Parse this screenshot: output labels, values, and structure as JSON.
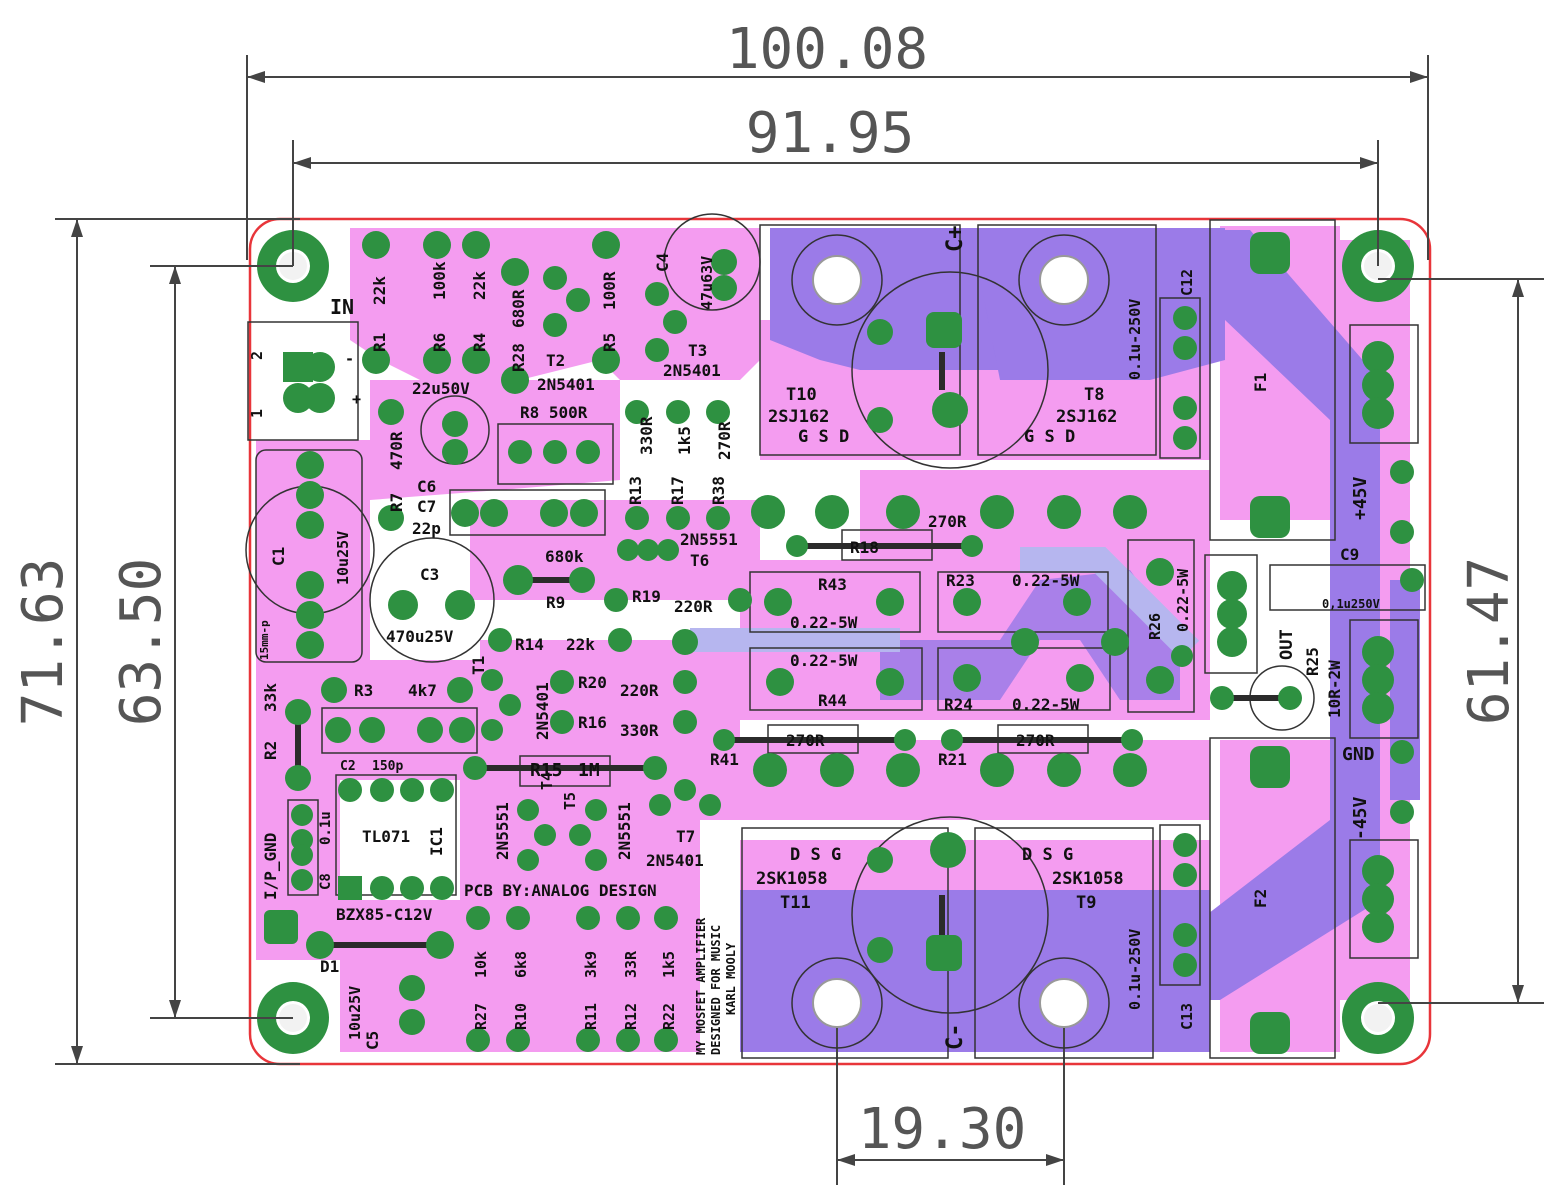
{
  "dimensions": {
    "top_outer": "100.08",
    "top_inner": "91.95",
    "left_outer": "71.63",
    "left_inner": "63.50",
    "right": "61.47",
    "bottom": "19.30"
  },
  "labels": {
    "in": "IN",
    "r1": "R1",
    "r1v": "22k",
    "r6": "R6",
    "r6v": "100k",
    "r4": "R4",
    "r4v": "22k",
    "r28": "R28",
    "r28v": "680R",
    "t2": "T2",
    "t2v": "2N5401",
    "r5": "R5",
    "r5v": "100R",
    "c4": "C4",
    "c4v": "47u63V",
    "t3": "T3",
    "t3v": "2N5401",
    "c6v": "22u50V",
    "r8": "R8 500R",
    "r7": "R7",
    "r7v": "470R",
    "c6": "C6",
    "c7": "C7",
    "c7v": "22p",
    "c1": "C1",
    "c1v": "10u25V",
    "c3": "C3",
    "c3v": "470u25V",
    "r9": "R9",
    "r9v": "680k",
    "r13": "R13",
    "r13v": "330R",
    "r17": "R17",
    "r17v": "1k5",
    "r38": "R38",
    "r38v": "270R",
    "t6": "T6",
    "t6v": "2N5551",
    "r19": "R19",
    "r19v": "220R",
    "r14": "R14",
    "r14v": "22k",
    "r3": "R3",
    "r3v": "4k7",
    "r2": "R2",
    "r2v": "33k",
    "t1": "T1",
    "t1v": "2N5401",
    "r20": "R20",
    "r20v": "220R",
    "r16": "R16",
    "r16v": "330R",
    "r15": "R15",
    "r15v": "1M",
    "c2": "C2",
    "c2v": "150p",
    "tl071": "TL071",
    "ic1": "IC1",
    "c8": "C8",
    "c8v": "0.1u",
    "ipgnd": "I/P_GND",
    "t4": "T4",
    "t5": "T5",
    "q2n5551a": "2N5551",
    "q2n5551b": "2N5551",
    "t7": "T7",
    "t7v": "2N5401",
    "pcb_by": "PCB BY:ANALOG DESIGN",
    "d1": "D1",
    "bzx": "BZX85-C12V",
    "c5": "C5",
    "c5v": "10u25V",
    "r27": "R27",
    "r27v": "10k",
    "r10": "R10",
    "r10v": "6k8",
    "r11": "R11",
    "r11v": "3k9",
    "r12": "R12",
    "r12v": "33R",
    "r22": "R22",
    "r22v": "1k5",
    "credit1": "MY MOSFET AMPLIFIER",
    "credit2": "DESIGNED FOR MUSIC",
    "credit3": "KARL MOOLY",
    "t10": "T10",
    "t10v": "2SJ162",
    "t8": "T8",
    "t8v": "2SJ162",
    "gsd": "G  S  D",
    "cplus": "C+",
    "cminus": "C-",
    "c12": "C12",
    "c12v": "0.1u-250V",
    "c13": "C13",
    "c13v": "0.1u-250V",
    "r18": "R18",
    "r18v": "270R",
    "r43": "R43",
    "r43v": "0.22-5W",
    "r23": "R23",
    "r23v": "0.22-5W",
    "r26": "R26",
    "r26v": "0.22-5W",
    "r44": "R44",
    "r44v": "0.22-5W",
    "r24": "R24",
    "r24v": "0.22-5W",
    "r41": "R41",
    "r41v": "270R",
    "r21": "R21",
    "r21v": "270R",
    "t11": "T11",
    "t11v": "2SK1058",
    "t9": "T9",
    "t9v": "2SK1058",
    "dsg": "D  S  G",
    "f1": "F1",
    "f2": "F2",
    "p45": "+45V",
    "m45": "-45V",
    "c9": "C9",
    "c9v": "0,1u250V",
    "out": "OUT",
    "r25": "R25",
    "r25v": "10R-2W",
    "gnd": "GND",
    "mm": "15mm-p",
    "one": "1",
    "two": "2",
    "plus": "+",
    "minus": "-"
  },
  "colors": {
    "copper_top": "#f49cf0",
    "copper_bottom": "#9b7be8",
    "pad": "#2e9141",
    "board_edge": "#e8353a",
    "silk": "#111111"
  }
}
